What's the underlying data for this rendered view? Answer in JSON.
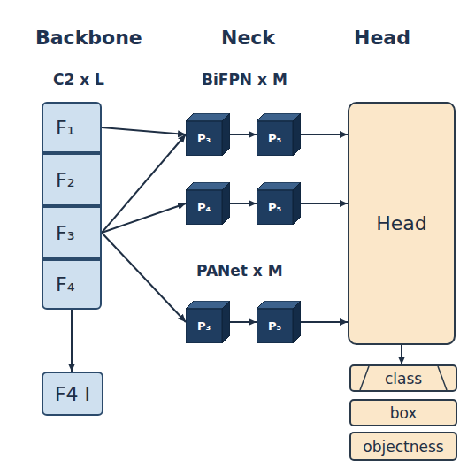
{
  "diagram": {
    "nodes": [
      {
        "text": [
          "F₁"
        ]
      },
      {
        "text": [
          "F₂"
        ]
      },
      {
        "text": [
          "F₃"
        ]
      },
      {
        "text": [
          "F₄"
        ]
      },
      {
        "text": [
          "F4 I"
        ]
      },
      {
        "text": [
          "P₃"
        ]
      },
      {
        "text": [
          "P₅"
        ]
      },
      {
        "text": [
          "P₄"
        ]
      },
      {
        "text": [
          "P₅"
        ]
      },
      {
        "text": [
          "P₃"
        ]
      },
      {
        "text": [
          "P₅"
        ]
      },
      {
        "text": [
          "Head"
        ]
      },
      {
        "text": [
          "class"
        ]
      },
      {
        "text": [
          "box"
        ]
      },
      {
        "text": [
          "objectness"
        ]
      }
    ],
    "edges": [
      {
        "from": 0,
        "to": 5,
        "arrow": "to"
      },
      {
        "from": 2,
        "to": 5,
        "arrow": "to"
      },
      {
        "from": 2,
        "to": 7,
        "arrow": "to"
      },
      {
        "from": 2,
        "to": 9,
        "arrow": "to"
      },
      {
        "from": 5,
        "to": 6,
        "arrow": "to"
      },
      {
        "from": 7,
        "to": 8,
        "arrow": "to"
      },
      {
        "from": 9,
        "to": 10,
        "arrow": "to"
      },
      {
        "from": 6,
        "to": 11,
        "arrow": "to"
      },
      {
        "from": 8,
        "to": 11,
        "arrow": "to"
      },
      {
        "from": 10,
        "to": 11,
        "arrow": "to"
      },
      {
        "from": 3,
        "to": 4,
        "arrow": "to"
      },
      {
        "from": 11,
        "to": 12,
        "arrow": "to"
      }
    ],
    "labels": [
      "Backbone",
      "Neck",
      "Head",
      "C2 x L",
      "BiFPN x M",
      "PANet x M"
    ]
  }
}
